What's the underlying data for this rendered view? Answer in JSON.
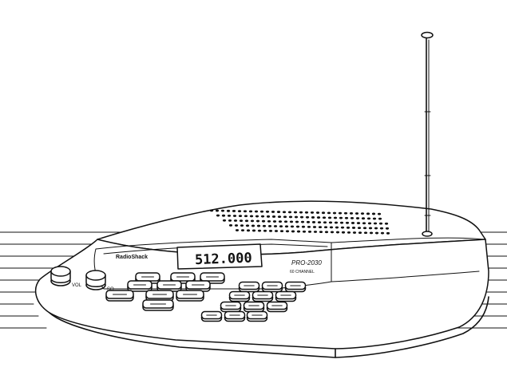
{
  "labels": {
    "brand": "RadioShack",
    "model": "PRO-2030",
    "channels": "60 CHANNEL",
    "frequency": "512.000",
    "volume_knob_label": "VOL",
    "squelch_knob_label": "SQ"
  },
  "colors": {
    "ink": "#111111",
    "paper": "#ffffff"
  }
}
